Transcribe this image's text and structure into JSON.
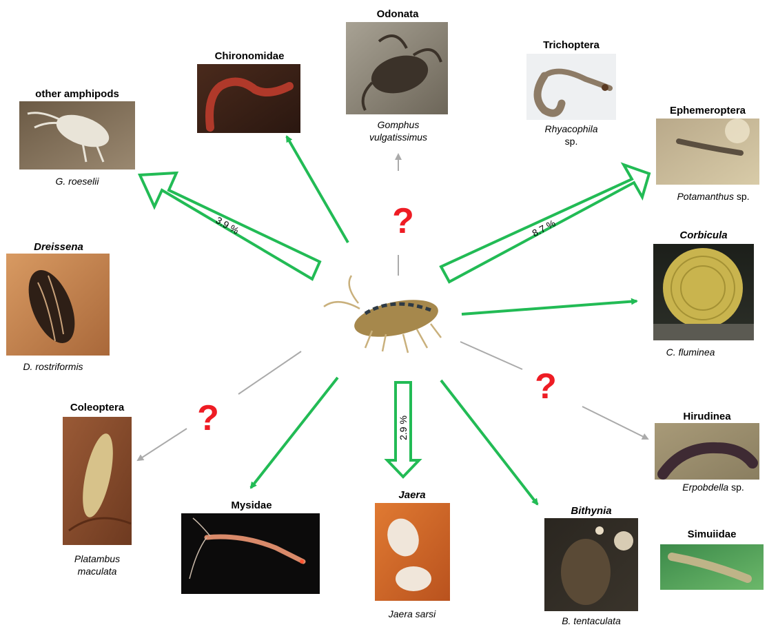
{
  "center": {
    "icon": "amphipod-icon"
  },
  "taxa": [
    {
      "id": "odonata",
      "title": "Odonata",
      "title_italic": false,
      "caption_lines": [
        "Gomphus",
        "vulgatissimus"
      ],
      "caption_suffix": ""
    },
    {
      "id": "chironomidae",
      "title": "Chironomidae",
      "title_italic": false,
      "caption_lines": [],
      "caption_suffix": ""
    },
    {
      "id": "trichoptera",
      "title": "Trichoptera",
      "title_italic": false,
      "caption_lines": [
        "Rhyacophila"
      ],
      "caption_suffix": "sp."
    },
    {
      "id": "other-amphipods",
      "title": "other amphipods",
      "title_italic": false,
      "caption_lines": [
        "G. roeselii"
      ],
      "caption_suffix": ""
    },
    {
      "id": "ephemeroptera",
      "title": "Ephemeroptera",
      "title_italic": false,
      "caption_lines": [
        "Potamanthus"
      ],
      "caption_suffix": "sp."
    },
    {
      "id": "dreissena",
      "title": "Dreissena",
      "title_italic": true,
      "caption_lines": [
        "D. rostriformis"
      ],
      "caption_suffix": ""
    },
    {
      "id": "corbicula",
      "title": "Corbicula",
      "title_italic": true,
      "caption_lines": [
        "C. fluminea"
      ],
      "caption_suffix": ""
    },
    {
      "id": "coleoptera",
      "title": "Coleoptera",
      "title_italic": false,
      "caption_lines": [
        "Platambus",
        "maculata"
      ],
      "caption_suffix": ""
    },
    {
      "id": "hirudinea",
      "title": "Hirudinea",
      "title_italic": false,
      "caption_lines": [
        "Erpobdella"
      ],
      "caption_suffix": "sp."
    },
    {
      "id": "mysidae",
      "title": "Mysidae",
      "title_italic": false,
      "caption_lines": [],
      "caption_suffix": ""
    },
    {
      "id": "jaera",
      "title": "Jaera",
      "title_italic": true,
      "caption_lines": [
        "Jaera sarsi"
      ],
      "caption_suffix": ""
    },
    {
      "id": "bithynia",
      "title": "Bithynia",
      "title_italic": true,
      "caption_lines": [
        "B. tentaculata"
      ],
      "caption_suffix": ""
    },
    {
      "id": "simuiidae",
      "title": "Simuiidae",
      "title_italic": false,
      "caption_lines": [],
      "caption_suffix": ""
    }
  ],
  "percent_labels": {
    "other_amphipods": "3.9 %",
    "ephemeroptera": "8.7 %",
    "jaera": "2.9 %"
  },
  "unknown_marker": "?",
  "colors": {
    "confirmed_arrow": "#22bb55",
    "unknown_arrow": "#aaaaaa",
    "question_mark": "#ee1c24"
  },
  "links": {
    "confirmed_strong": [
      "other-amphipods",
      "ephemeroptera",
      "jaera"
    ],
    "confirmed": [
      "chironomidae",
      "corbicula",
      "mysidae",
      "bithynia"
    ],
    "unknown": [
      "odonata",
      "coleoptera",
      "hirudinea"
    ],
    "none": [
      "trichoptera",
      "dreissena",
      "simuiidae"
    ]
  }
}
